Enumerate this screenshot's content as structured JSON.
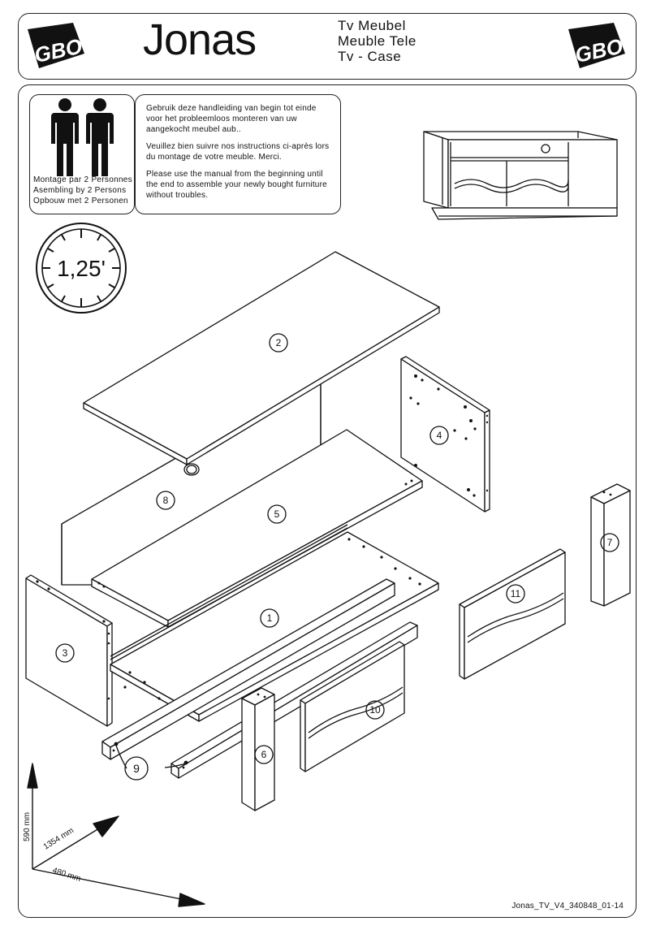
{
  "header": {
    "brand": "GBO",
    "title": "Jonas",
    "subtitles": [
      "Tv Meubel",
      "Meuble Tele",
      "Tv - Case"
    ]
  },
  "persons": {
    "lines": [
      "Montage par 2 Personnes",
      "Asembling by 2 Persons",
      "Opbouw met  2 Personen"
    ]
  },
  "instructions": [
    "Gebruik deze handleiding van begin tot einde voor het probleemloos monteren van uw aangekocht meubel aub..",
    "Veuillez bien suivre nos instructions ci-après lors du montage de votre meuble. Merci.",
    "Please use the manual from the beginning until the end to assemble your newly bought furniture without troubles."
  ],
  "clock": {
    "label": "1,25'"
  },
  "parts": [
    "1",
    "2",
    "3",
    "4",
    "5",
    "6",
    "7",
    "8",
    "9",
    "10",
    "11"
  ],
  "dimensions": {
    "height": "590 mm",
    "width": "1354 mm",
    "depth": "480 mm"
  },
  "footer": {
    "code": "Jonas_TV_V4_340848_01-14"
  }
}
